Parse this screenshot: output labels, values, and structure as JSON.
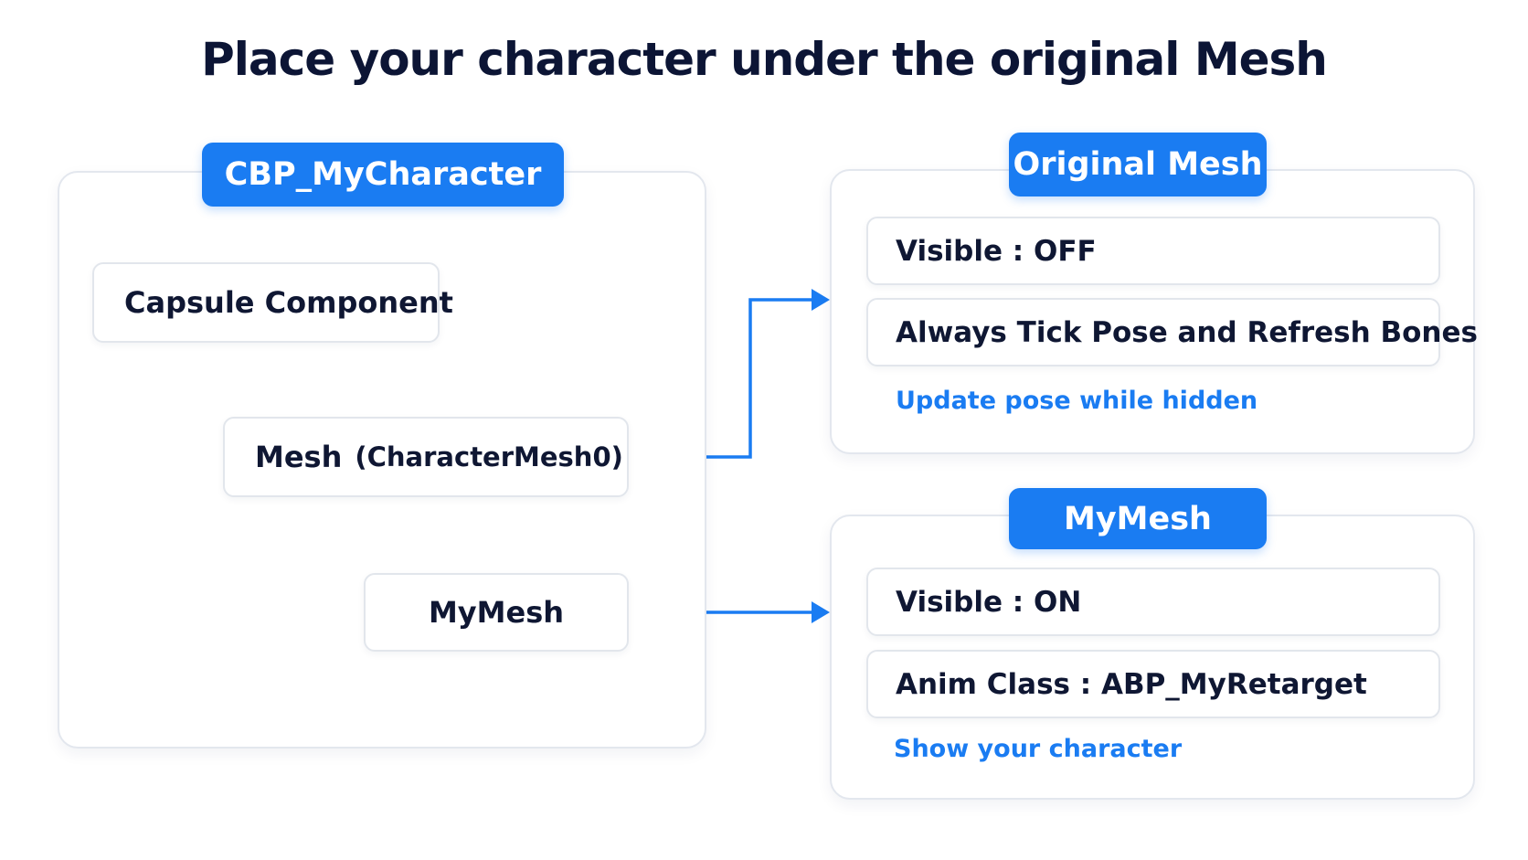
{
  "title": "Place your character under the original Mesh",
  "colors": {
    "accent": "#1a7cf2",
    "connector_gray": "#a0a6b0",
    "text_dark": "#0f1733"
  },
  "blueprint": {
    "label": "CBP_MyCharacter",
    "nodes": {
      "capsule": "Capsule Component",
      "mesh": "Mesh",
      "mesh_sub": "(CharacterMesh0)",
      "mymesh": "MyMesh"
    }
  },
  "original_mesh": {
    "label": "Original Mesh",
    "rows": [
      "Visible : OFF",
      "Always Tick Pose and Refresh Bones"
    ],
    "note": "Update pose while hidden"
  },
  "my_mesh": {
    "label": "MyMesh",
    "rows": [
      "Visible : ON",
      "Anim Class : ABP_MyRetarget"
    ],
    "note": "Show your character"
  }
}
